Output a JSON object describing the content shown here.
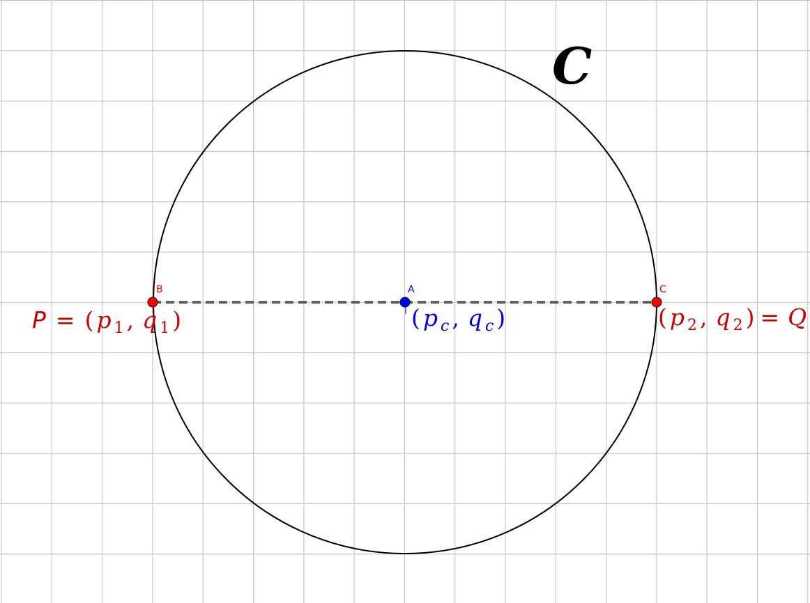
{
  "colors": {
    "grid": "#c0c0c0",
    "circle": "#000000",
    "diameter": "#606060",
    "endpoint": "#ff0000",
    "endpoint_label": "#cc0000",
    "center": "#0000ff",
    "center_label": "#0000ee"
  },
  "circle": {
    "label": "C"
  },
  "points": {
    "A": {
      "name": "A"
    },
    "B": {
      "name": "B"
    },
    "C": {
      "name": "C"
    }
  },
  "labels": {
    "P": {
      "name": "P",
      "eq": "=",
      "open": "(",
      "var1": "p",
      "sub1": "1",
      "comma": ",",
      "var2": "q",
      "sub2": "1",
      "close": ")"
    },
    "Q": {
      "open": "(",
      "var1": "p",
      "sub1": "2",
      "comma": ",",
      "var2": "q",
      "sub2": "2",
      "close": ")",
      "eq": "=",
      "name": "Q"
    },
    "center": {
      "open": "(",
      "var1": "p",
      "sub1": "c",
      "comma": ",",
      "var2": "q",
      "sub2": "c",
      "close": ")"
    }
  }
}
